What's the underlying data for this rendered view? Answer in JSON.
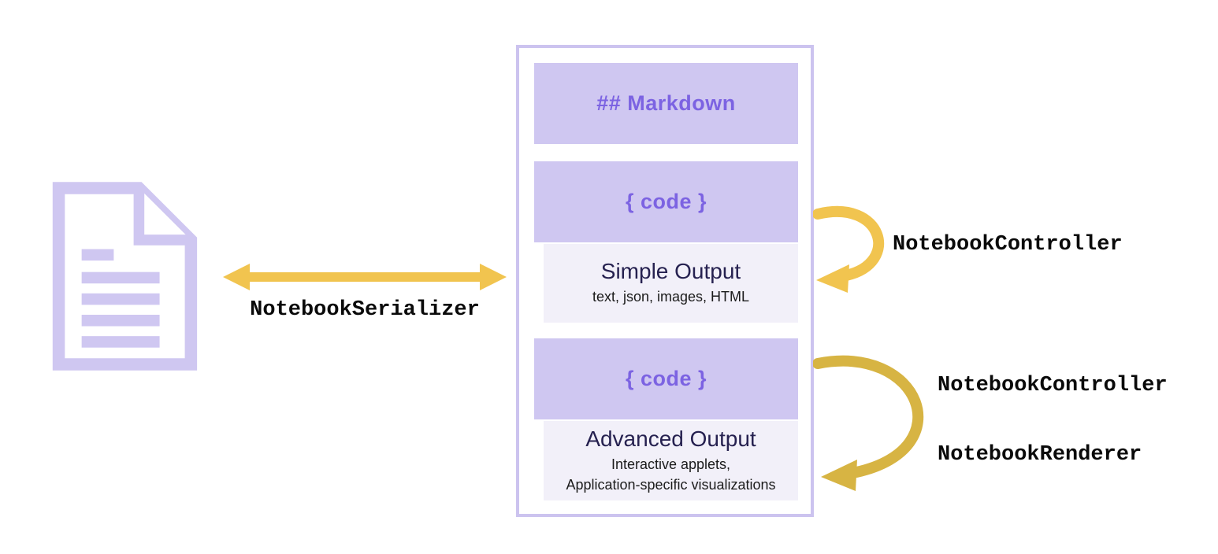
{
  "labels": {
    "serializer": "NotebookSerializer",
    "controller_top": "NotebookController",
    "controller_bottom": "NotebookController",
    "renderer": "NotebookRenderer"
  },
  "notebook": {
    "markdown_cell": "## Markdown",
    "code_cell_1": "{ code }",
    "simple_output": {
      "title": "Simple Output",
      "subtitle": "text, json, images, HTML"
    },
    "code_cell_2": "{ code }",
    "advanced_output": {
      "title": "Advanced Output",
      "subtitle_line1": "Interactive applets,",
      "subtitle_line2": "Application-specific visualizations"
    }
  },
  "icons": {
    "document": "notebook-file-document",
    "serializer_arrow": "double-headed-horizontal-arrow",
    "controller_arrow": "curved-arrow-code-to-simple-output",
    "controller_renderer_arrow": "curved-arrow-code-to-advanced-output"
  },
  "colors": {
    "cell_purple": "#cfc7f1",
    "accent_purple": "#7c63e2",
    "output_bg": "#f2f0f9",
    "notebook_border": "#ccc3ef",
    "arrow_yellow": "#f1c44f",
    "arrow_gold": "#d7b443",
    "output_title_dark": "#262150",
    "label_black": "#0a0a0a"
  }
}
